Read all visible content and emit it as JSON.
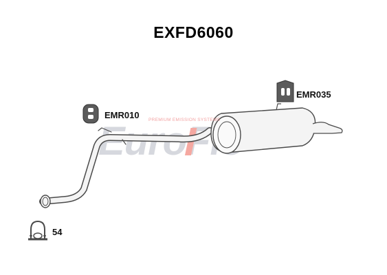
{
  "part_number": "EXFD6060",
  "parts": {
    "hanger_left": "EMR010",
    "hanger_right": "EMR035",
    "clamp": "54"
  },
  "watermark": {
    "brand": "EuroFlo",
    "tagline": "PREMIUM EMISSION SYSTEMS"
  },
  "colors": {
    "part_fill": "#f4f4f4",
    "part_stroke": "#4a4a4a",
    "watermark_gray": "#c9ccd3",
    "watermark_accent": "#f28b82"
  }
}
